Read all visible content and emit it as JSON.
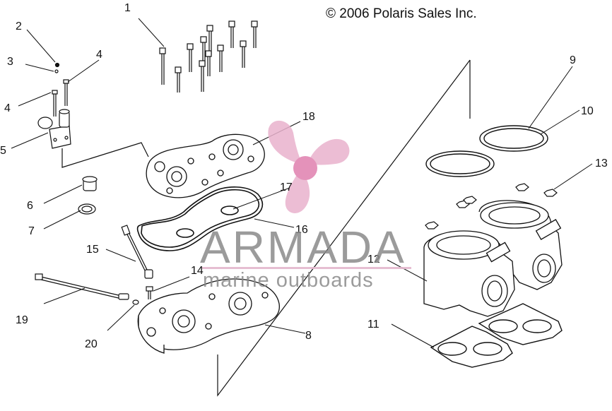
{
  "copyright": "© 2006 Polaris Sales Inc.",
  "watermark": {
    "brand": "ARMADA",
    "tagline": "marine outboards",
    "logo_color": "#e4a6c4"
  },
  "callouts": {
    "c1": "1",
    "c2": "2",
    "c3": "3",
    "c4a": "4",
    "c4b": "4",
    "c5": "5",
    "c6": "6",
    "c7": "7",
    "c8": "8",
    "c9": "9",
    "c10": "10",
    "c11": "11",
    "c12": "12",
    "c13": "13",
    "c14": "14",
    "c15": "15",
    "c16": "16",
    "c17": "17",
    "c18": "18",
    "c19": "19",
    "c20": "20"
  }
}
